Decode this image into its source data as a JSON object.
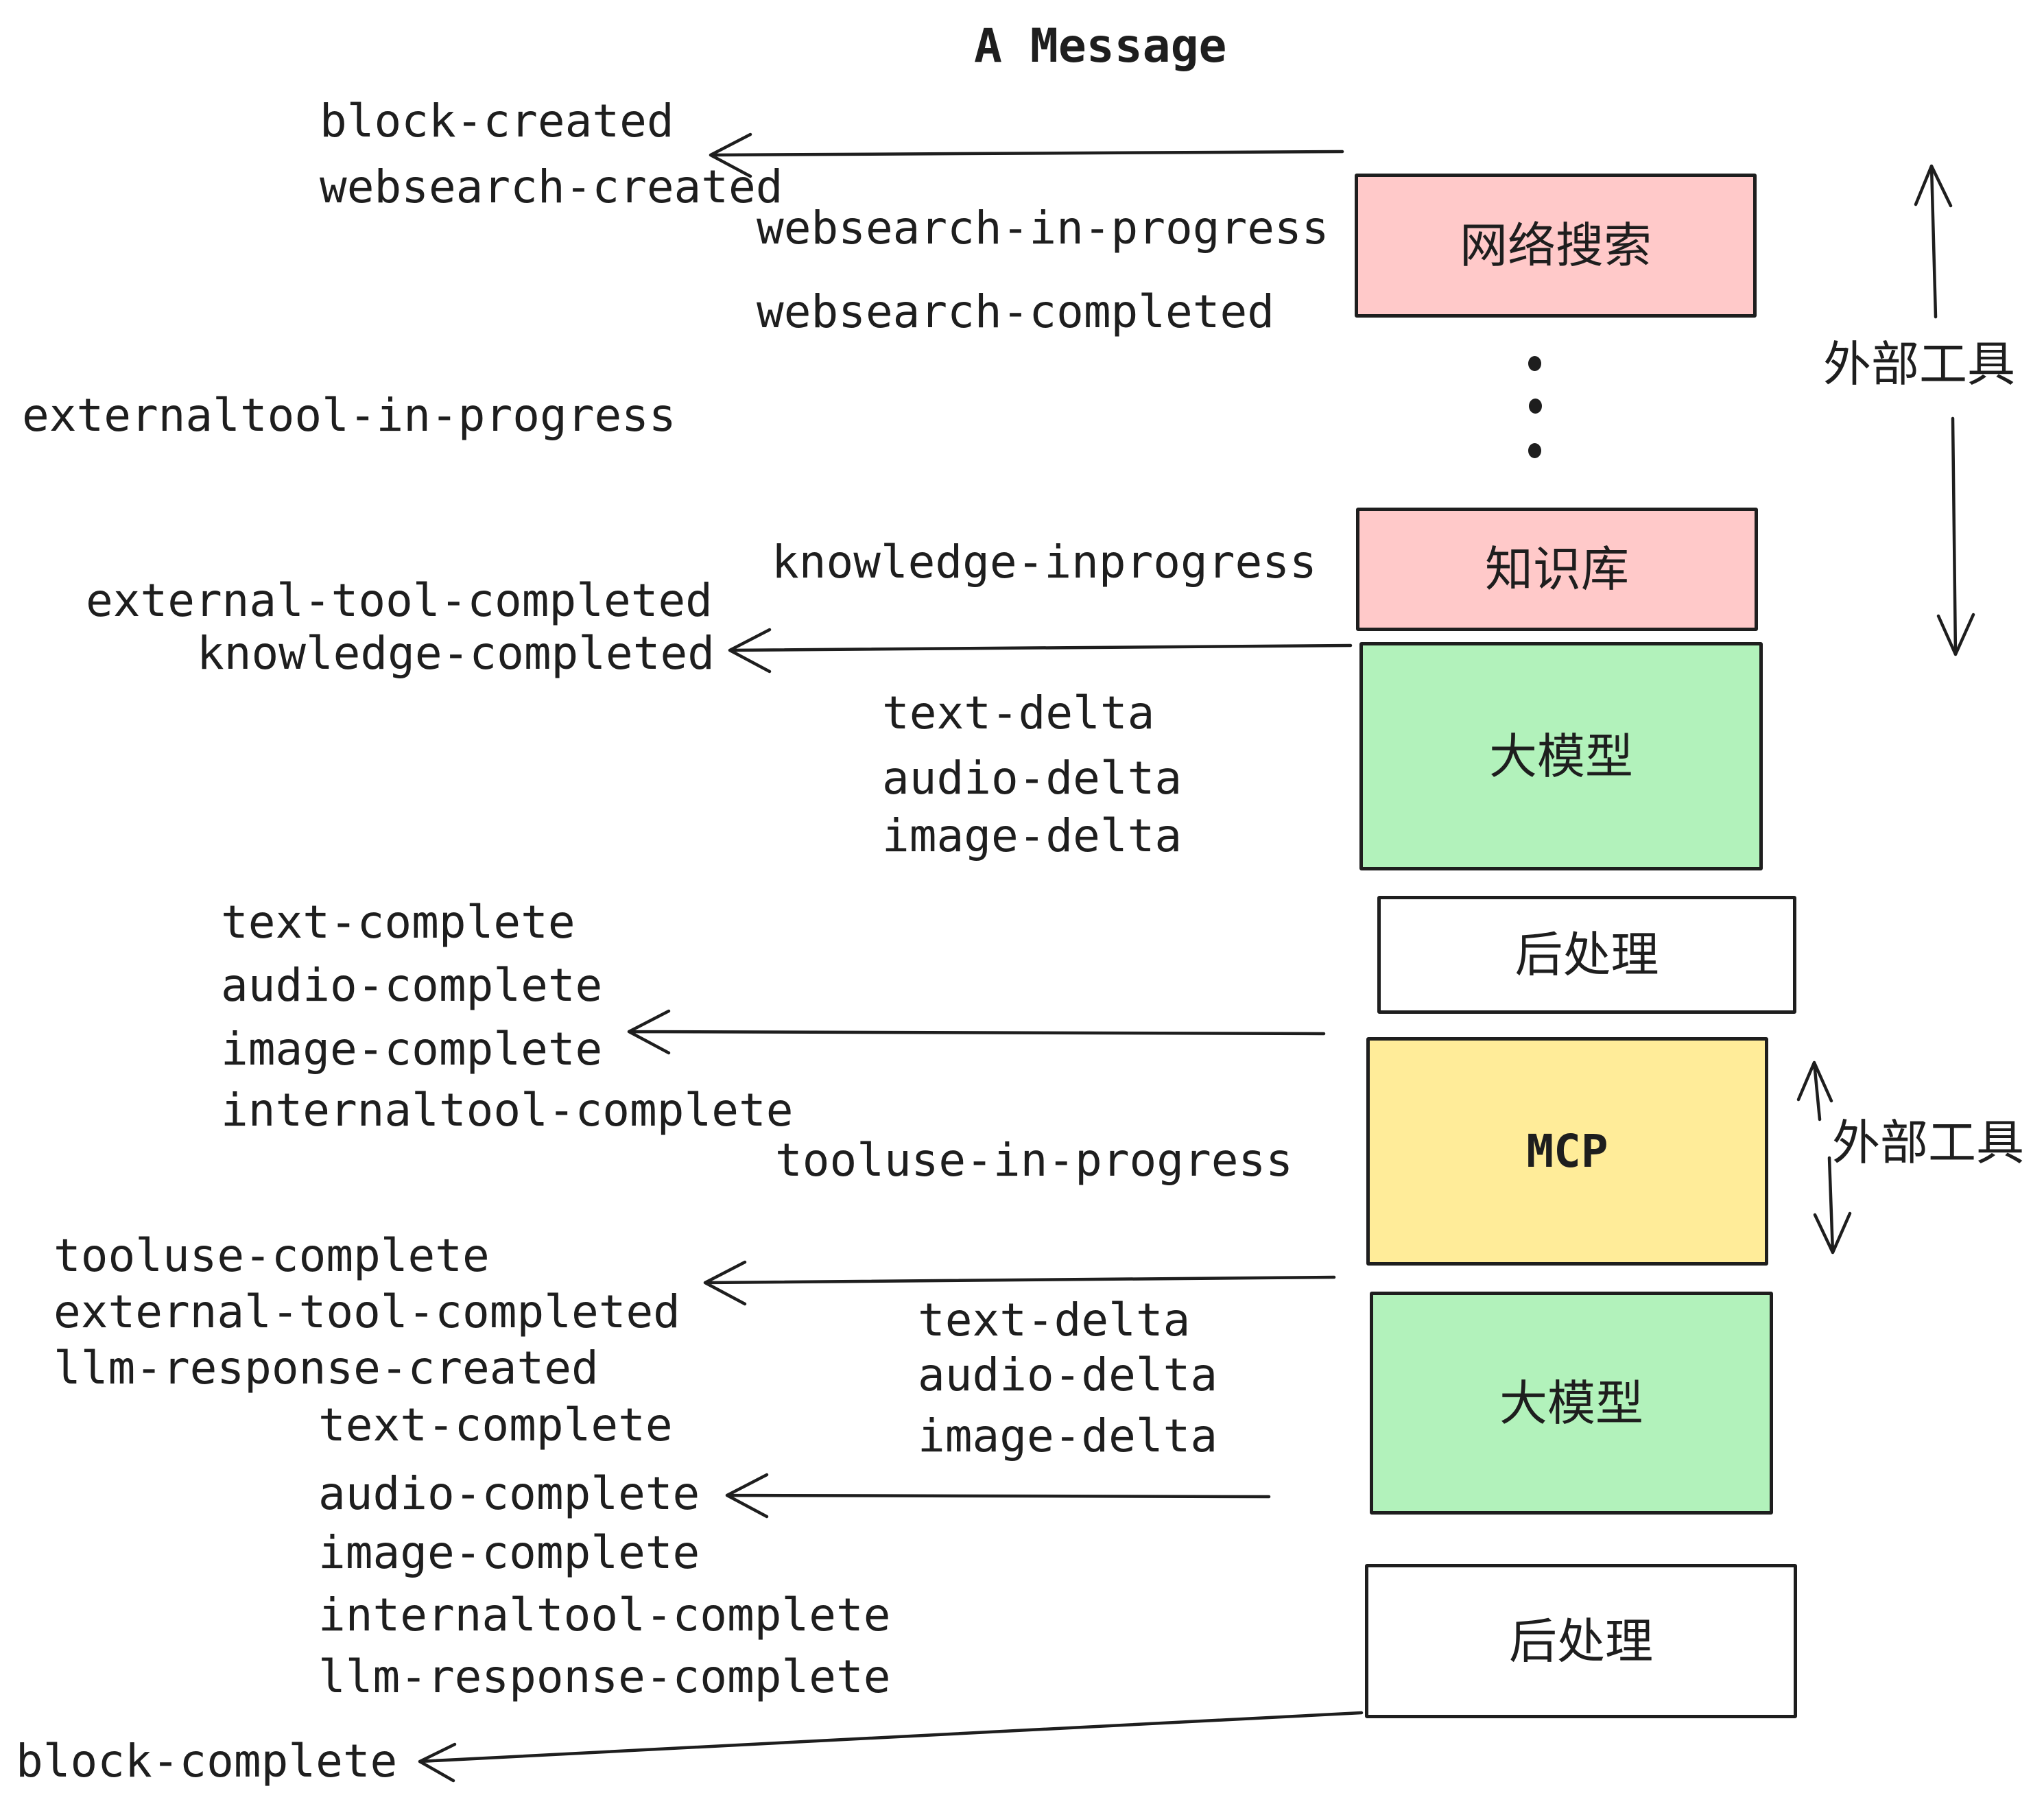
{
  "title": "A Message",
  "events": [
    "block-created",
    "websearch-created",
    "websearch-in-progress",
    "websearch-completed",
    "externaltool-in-progress",
    "knowledge-inprogress",
    "external-tool-completed",
    "knowledge-completed",
    "text-delta",
    "audio-delta",
    "image-delta",
    "text-complete",
    "audio-complete",
    "image-complete",
    "internaltool-complete",
    "tooluse-in-progress",
    "tooluse-complete",
    "external-tool-completed",
    "llm-response-created",
    "text-complete",
    "audio-complete",
    "image-complete",
    "internaltool-complete",
    "llm-response-complete",
    "block-complete"
  ],
  "boxes": [
    {
      "label": "网络搜索",
      "fill": "#ffc9c9"
    },
    {
      "label": "知识库",
      "fill": "#ffc9c9"
    },
    {
      "label": "大模型",
      "fill": "#b2f2bb"
    },
    {
      "label": "后处理",
      "fill": "#ffffff"
    },
    {
      "label": "MCP",
      "fill": "#ffec99"
    },
    {
      "label": "大模型",
      "fill": "#b2f2bb"
    },
    {
      "label": "后处理",
      "fill": "#ffffff"
    }
  ],
  "annotations": [
    "外部工具",
    "外部工具"
  ],
  "colors": {
    "ink": "#1e1e1e",
    "pink": "#ffc9c9",
    "green": "#b2f2bb",
    "yellow": "#ffec99",
    "white": "#ffffff"
  }
}
